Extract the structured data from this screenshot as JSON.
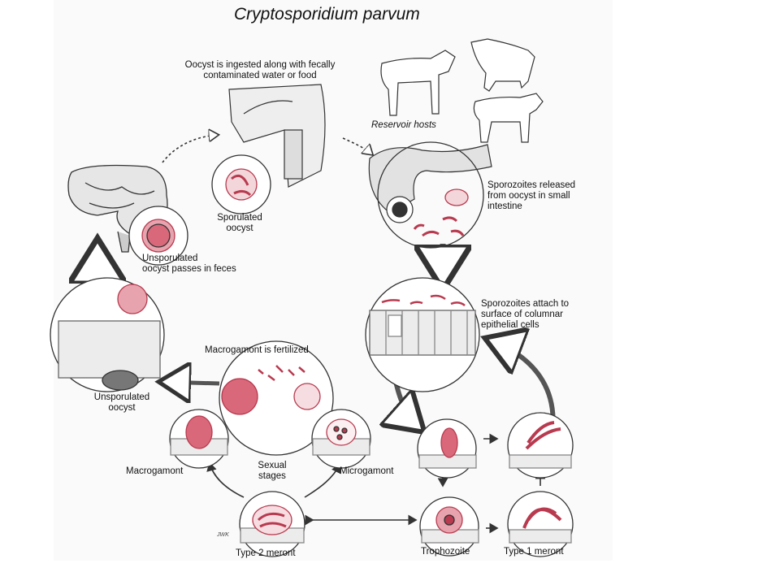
{
  "title": "Cryptosporidium parvum",
  "labels": {
    "ingested": "Oocyst is ingested along with fecally\ncontaminated water or food",
    "reservoir": "Reservoir hosts",
    "released": "Sporozoites released\nfrom oocyst in small\nintestine",
    "attach": "Sporozoites attach to\nsurface of columnar\nepithelial cells",
    "sporulated": "Sporulated\noocyst",
    "unsporulated_feces": "Unsporulated\noocyst passes in feces",
    "macrogamont_fertilized": "Macrogamont is fertilized",
    "unsporulated": "Unsporulated\noocyst",
    "macrogamont": "Macrogamont",
    "sexual_stages": "Sexual\nstages",
    "microgamont": "Microgamont",
    "type2": "Type 2 meront",
    "trophozoite": "Trophozoite",
    "type1": "Type 1 meront",
    "signature": "JWK"
  },
  "colors": {
    "stain": "#d9687a",
    "stain_dark": "#b83a4f",
    "outline": "#222222",
    "tissue": "#e8e8e8"
  }
}
